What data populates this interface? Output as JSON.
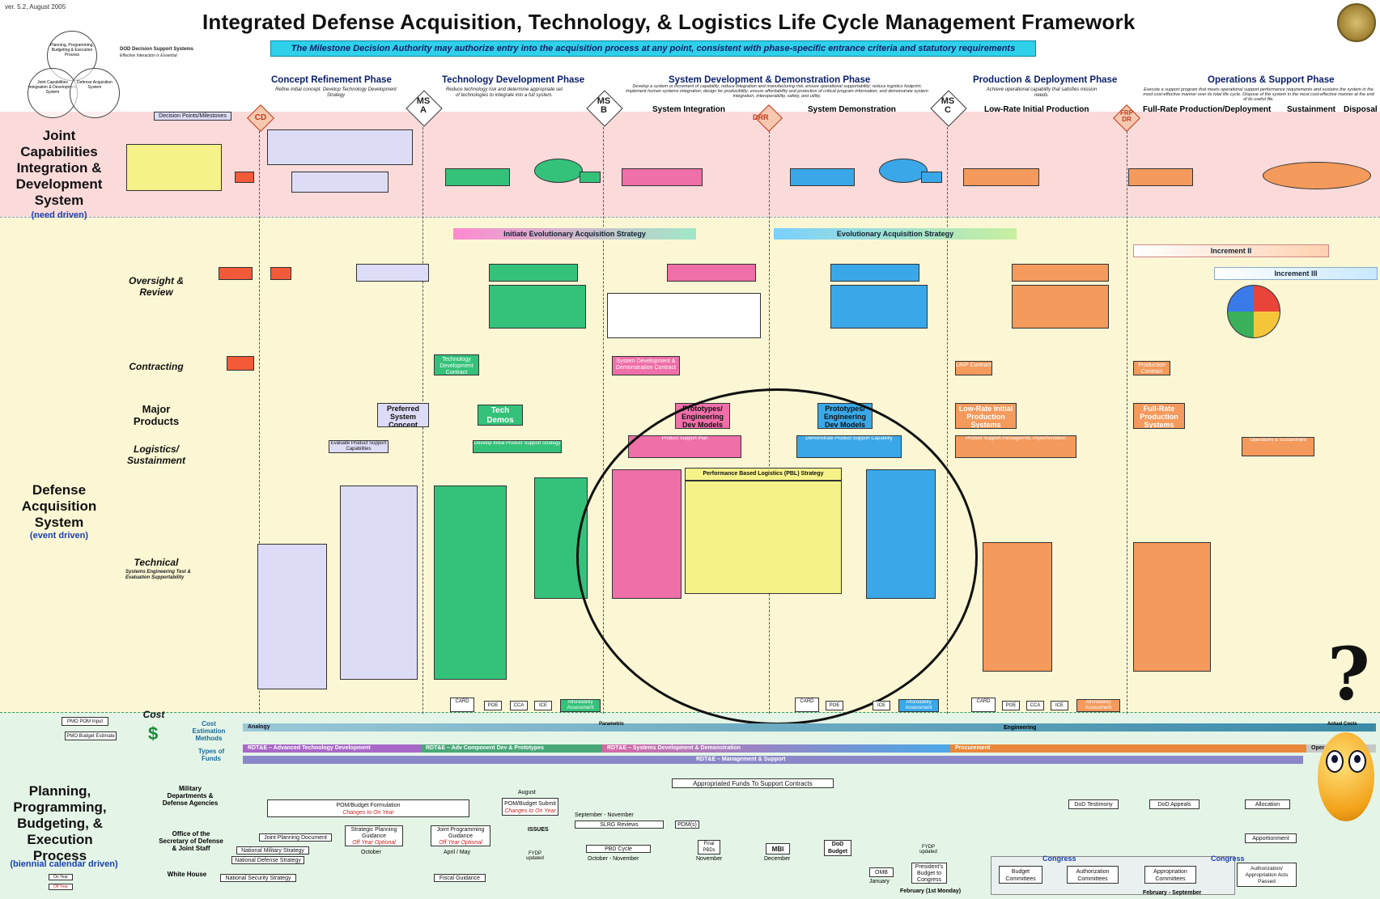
{
  "version": "ver. 5.2, August 2005",
  "title": "Integrated Defense Acquisition, Technology, & Logistics Life Cycle Management Framework",
  "banner": "The Milestone Decision Authority may authorize entry into the acquisition process at any point, consistent with phase-specific entrance criteria and statutory requirements",
  "venn": {
    "ppbe": "Planning, Programming, Budgeting & Execution Process",
    "jcids": "Joint Capabilities Integration & Development System",
    "das": "Defense Acquisition System",
    "dod_label": "DOD Decision Support Systems",
    "dod_sub": "Effective Interaction is Essential"
  },
  "phases": [
    {
      "name": "Concept Refinement Phase",
      "sub": "Refine initial concept. Develop Technology Development Strategy"
    },
    {
      "name": "Technology Development Phase",
      "sub": "Reduce technology risk and determine appropriate set of technologies to integrate into a full system."
    },
    {
      "name": "System Development & Demonstration Phase",
      "sub": "Develop a system or increment of capability; reduce integration and manufacturing risk; ensure operational supportability; reduce logistics footprint; implement human systems integration; design for producibility; ensure affordability and protection of critical program information; and demonstrate system integration, interoperability, safety, and utility."
    },
    {
      "name": "Production & Deployment Phase",
      "sub": "Achieve operational capability that satisfies mission needs."
    },
    {
      "name": "Operations & Support Phase",
      "sub": "Execute a support program that meets operational support performance requirements and sustains the system in the most cost-effective manner over its total life cycle. Dispose of the system in the most cost-effective manner at the end of its useful life."
    }
  ],
  "subphases": [
    "System Integration",
    "System Demonstration",
    "Low-Rate Initial Production",
    "Full-Rate Production/Deployment",
    "Sustainment",
    "Disposal"
  ],
  "milestones": {
    "cd": "CD",
    "msa_top": "MS",
    "msa_bot": "A",
    "msb_top": "MS",
    "msb_bot": "B",
    "msc_top": "MS",
    "msc_bot": "C",
    "drr": "DRR",
    "frp": "FRP DR"
  },
  "decision_points": "Decision Points/Milestones",
  "sections": {
    "jcids": {
      "title": "Joint Capabilities Integration & Development System",
      "sub": "(need driven)"
    },
    "das": {
      "title": "Defense Acquisition System",
      "sub": "(event driven)"
    },
    "ppbe": {
      "title": "Planning, Programming, Budgeting, & Execution Process",
      "sub": "(biennial calendar driven)"
    }
  },
  "rows": [
    "Oversight & Review",
    "Contracting",
    "Major Products",
    "Logistics/ Sustainment",
    "Technical",
    "Cost"
  ],
  "technical_sub": "Systems Engineering Test & Evaluation Supportability",
  "arrows": {
    "initiate": "Initiate Evolutionary Acquisition Strategy",
    "evolutionary": "Evolutionary Acquisition Strategy",
    "increment2": "Increment II",
    "increment3": "Increment III"
  },
  "products": {
    "preferred": "Preferred System Concept",
    "tech_demos": "Tech Demos",
    "prototypes_eng": "Prototypes/ Engineering Dev Models",
    "prototypes_eng2": "Prototypes/ Engineering Dev Models",
    "lrip": "Low-Rate Initial Production Systems",
    "full_rate": "Full-Rate Production Systems"
  },
  "contracting": {
    "tech_dev": "Technology Development Contract",
    "sdd": "System Development & Demonstration Contract",
    "lrip": "LRIP Contract",
    "production": "Production Contract"
  },
  "logistics": {
    "pbl": "Performance Based Logistics (PBL) Strategy",
    "evaluate": "Evaluate Product Support Capabilities",
    "develop_ips": "Develop Initial Product Support Strategy",
    "product_support_plan": "Product Support Plan",
    "demonstrate": "Demonstrate Product Support Capability",
    "ps_package": "Product Support Package/PBL Implementation",
    "ops_sustain": "Operations & Sustainment"
  },
  "cost": {
    "estimation": "Cost Estimation Methods",
    "types": "Types of Funds",
    "analogy": "Analogy",
    "parametric": "Parametric",
    "engineering": "Engineering",
    "actual": "Actual Costs",
    "rdte_atd": "RDT&E – Advanced Technology Development",
    "rdte_acd": "RDT&E – Adv Component Dev & Prototypes",
    "rdte_sdd": "RDT&E – Systems Development & Demonstration",
    "rdte_mgmt": "RDT&E – Management & Support",
    "procurement": "Procurement",
    "ops": "Oper",
    "pmo_input": "PMO POM Input",
    "pmo_budget": "PMO Budget Estimate",
    "card": "CARD",
    "poe": "POE",
    "cca": "CCA",
    "ice": "ICE",
    "affordability": "Affordability Assessment"
  },
  "ppbe": {
    "appropriated": "Appropriated Funds To Support Contracts",
    "military": "Military Departments & Defense Agencies",
    "osd": "Office of the Secretary of Defense & Joint Staff",
    "white_house": "White House",
    "pom_formulation": "POM/Budget Formulation",
    "changes_year": "Changes to On Year",
    "pom_submit": "POM/Budget Submit",
    "august": "August",
    "sep_nov": "September - November",
    "slrg": "SLRG Reviews",
    "pdm": "PDM(s)",
    "joint_planning": "Joint Planning Document",
    "nms": "National Military Strategy",
    "nds": "National Defense Strategy",
    "nss": "National Security Strategy",
    "strategic": "Strategic Planning Guidance",
    "off_year": "Off Year Optional",
    "october": "October",
    "jpg": "Joint Programming Guidance",
    "april_may": "April / May",
    "fiscal": "Fiscal Guidance",
    "issues": "ISSUES",
    "fydp": "FYDP updated",
    "pbd": "PBD Cycle",
    "oct_nov": "October - November",
    "final_pbds": "Final PBDs",
    "november": "November",
    "mbi": "MBI",
    "december": "December",
    "dod_budget": "DoD Budget",
    "omb": "OMB",
    "january": "January",
    "presidents": "President's Budget to Congress",
    "feb": "February (1st Monday)",
    "dod_testimony": "DoD Testimony",
    "dod_appeals": "DoD Appeals",
    "allocation": "Allocation",
    "apportionment": "Apportionment",
    "congress": "Congress",
    "budget_comm": "Budget Committees",
    "auth_comm": "Authorization Committees",
    "approp_comm": "Appropriation Committees",
    "auth_acts": "Authorization/ Appropriation Acts Passed",
    "feb_sep": "February - September",
    "on_year": "On Year",
    "off_year_leg": "Off Year"
  },
  "overlay": {
    "question": "?"
  }
}
